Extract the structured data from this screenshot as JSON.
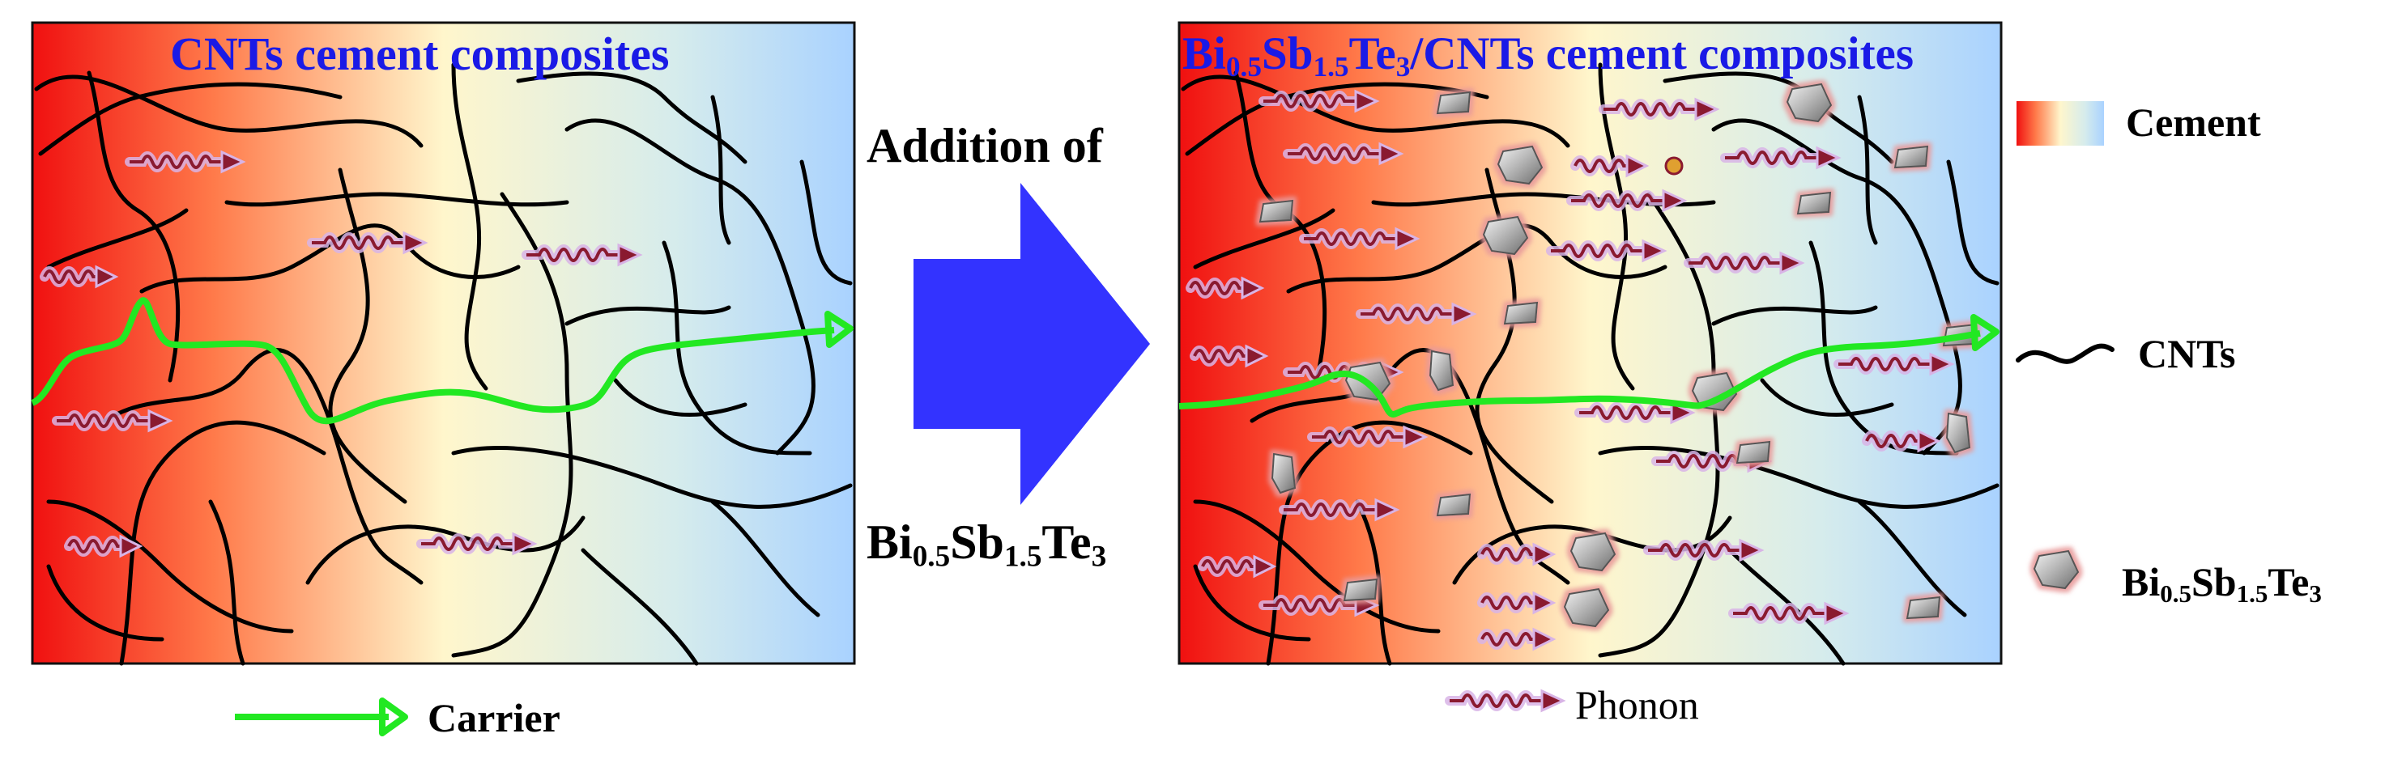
{
  "panel_left": {
    "title": "CNTs cement composites"
  },
  "panel_right": {
    "title": {
      "bi": "Bi",
      "bi_sub": "0.5",
      "sb": "Sb",
      "sb_sub": "1.5",
      "te": "Te",
      "te_sub": "3",
      "rest": "/CNTs cement composites"
    }
  },
  "process": {
    "line1": "Addition of",
    "compound": {
      "bi": "Bi",
      "bi_sub": "0.5",
      "sb": "Sb",
      "sb_sub": "1.5",
      "te": "Te",
      "te_sub": "3"
    }
  },
  "legend": {
    "cement": "Cement",
    "cnts": "CNTs",
    "compound": {
      "bi": "Bi",
      "bi_sub": "0.5",
      "sb": "Sb",
      "sb_sub": "1.5",
      "te": "Te",
      "te_sub": "3"
    },
    "carrier": "Carrier",
    "phonon": "Phonon"
  },
  "colors": {
    "cement_gradient": [
      "#f01010",
      "#ff8a55",
      "#fff6cc",
      "#a9d2ff"
    ],
    "carrier": "#22e822",
    "phonon": "#8a1a30",
    "phonon_glow": "#c9a8dc",
    "arrow": "#3333ff",
    "title": "#1a1ae6",
    "cnt": "#000000"
  },
  "icons": {
    "carrier": "green-arrow-icon",
    "phonon": "wavy-arrow-icon",
    "cnt": "tilde-line-icon",
    "compound": "crystal-particle-icon",
    "cement": "gradient-swatch-icon"
  }
}
